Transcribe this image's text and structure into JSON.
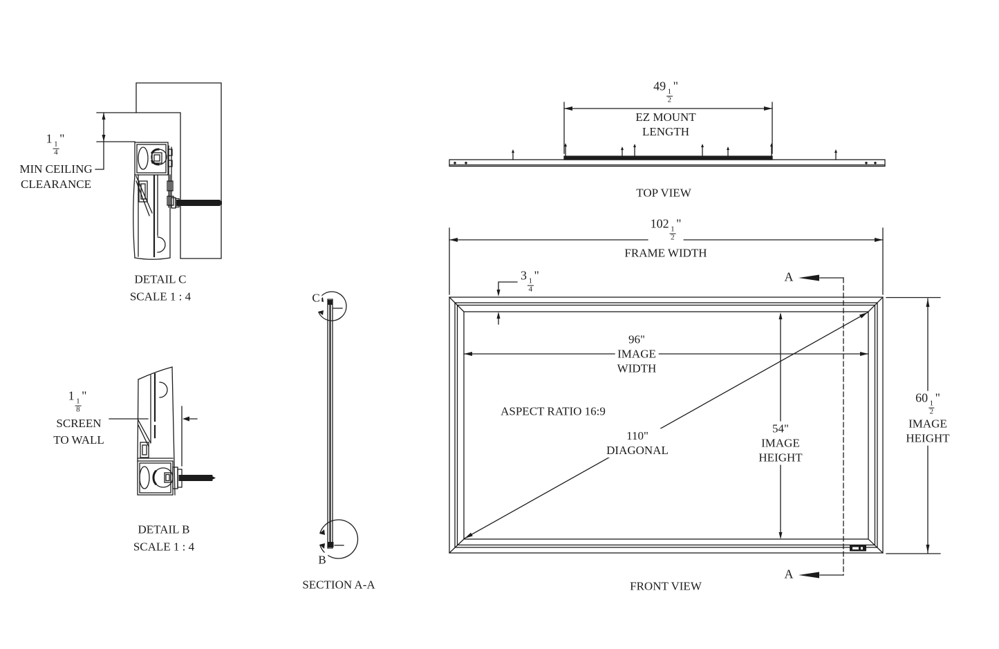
{
  "detail_c": {
    "title": "DETAIL C",
    "scale": "SCALE 1 : 4",
    "dim_pre": "1",
    "dim_num": "1",
    "dim_den": "4",
    "dim_unit": "\"",
    "note": "MIN CEILING\nCLEARANCE"
  },
  "detail_b": {
    "title": "DETAIL B",
    "scale": "SCALE 1 : 4",
    "dim_pre": "1",
    "dim_num": "1",
    "dim_den": "8",
    "dim_unit": "\"",
    "note": "SCREEN\nTO WALL"
  },
  "section_aa": {
    "title": "SECTION A-A",
    "callout_top": "C",
    "callout_bottom": "B"
  },
  "top_view": {
    "title": "TOP VIEW",
    "ez_pre": "49",
    "ez_num": "1",
    "ez_den": "2",
    "ez_unit": "\"",
    "ez_note": "EZ MOUNT\nLENGTH"
  },
  "front_view": {
    "title": "FRONT VIEW",
    "section_marker": "A",
    "frame_width_pre": "102",
    "frame_width_num": "1",
    "frame_width_den": "2",
    "frame_width_unit": "\"",
    "frame_width_note": "FRAME WIDTH",
    "border_pre": "3",
    "border_num": "1",
    "border_den": "4",
    "border_unit": "\"",
    "image_width_value": "96\"",
    "image_width_note": "IMAGE\nWIDTH",
    "image_height_value": "54\"",
    "image_height_note": "IMAGE\nHEIGHT",
    "diagonal_value": "110\"",
    "diagonal_note": "DIAGONAL",
    "aspect_ratio": "ASPECT RATIO 16:9",
    "frame_height_pre": "60",
    "frame_height_num": "1",
    "frame_height_den": "2",
    "frame_height_unit": "\"",
    "frame_height_note": "IMAGE\nHEIGHT"
  }
}
